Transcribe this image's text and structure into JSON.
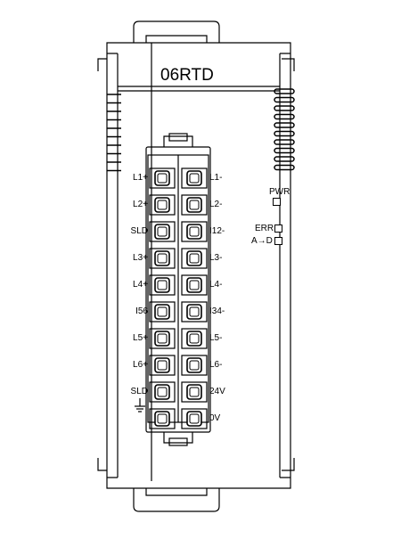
{
  "module": {
    "model": "06RTD"
  },
  "leds": {
    "pwr": "PWR",
    "err": "ERR",
    "ad": "A→D"
  },
  "terminals": {
    "left": [
      "L1+",
      "L2+",
      "SLD",
      "L3+",
      "L4+",
      "I56",
      "L5+",
      "L6+",
      "SLD",
      ""
    ],
    "right": [
      "L1-",
      "L2-",
      "I12-",
      "L3-",
      "L4-",
      "I34-",
      "L5-",
      "L6-",
      "24V",
      "0V"
    ],
    "ground_icon": "ground-icon"
  }
}
